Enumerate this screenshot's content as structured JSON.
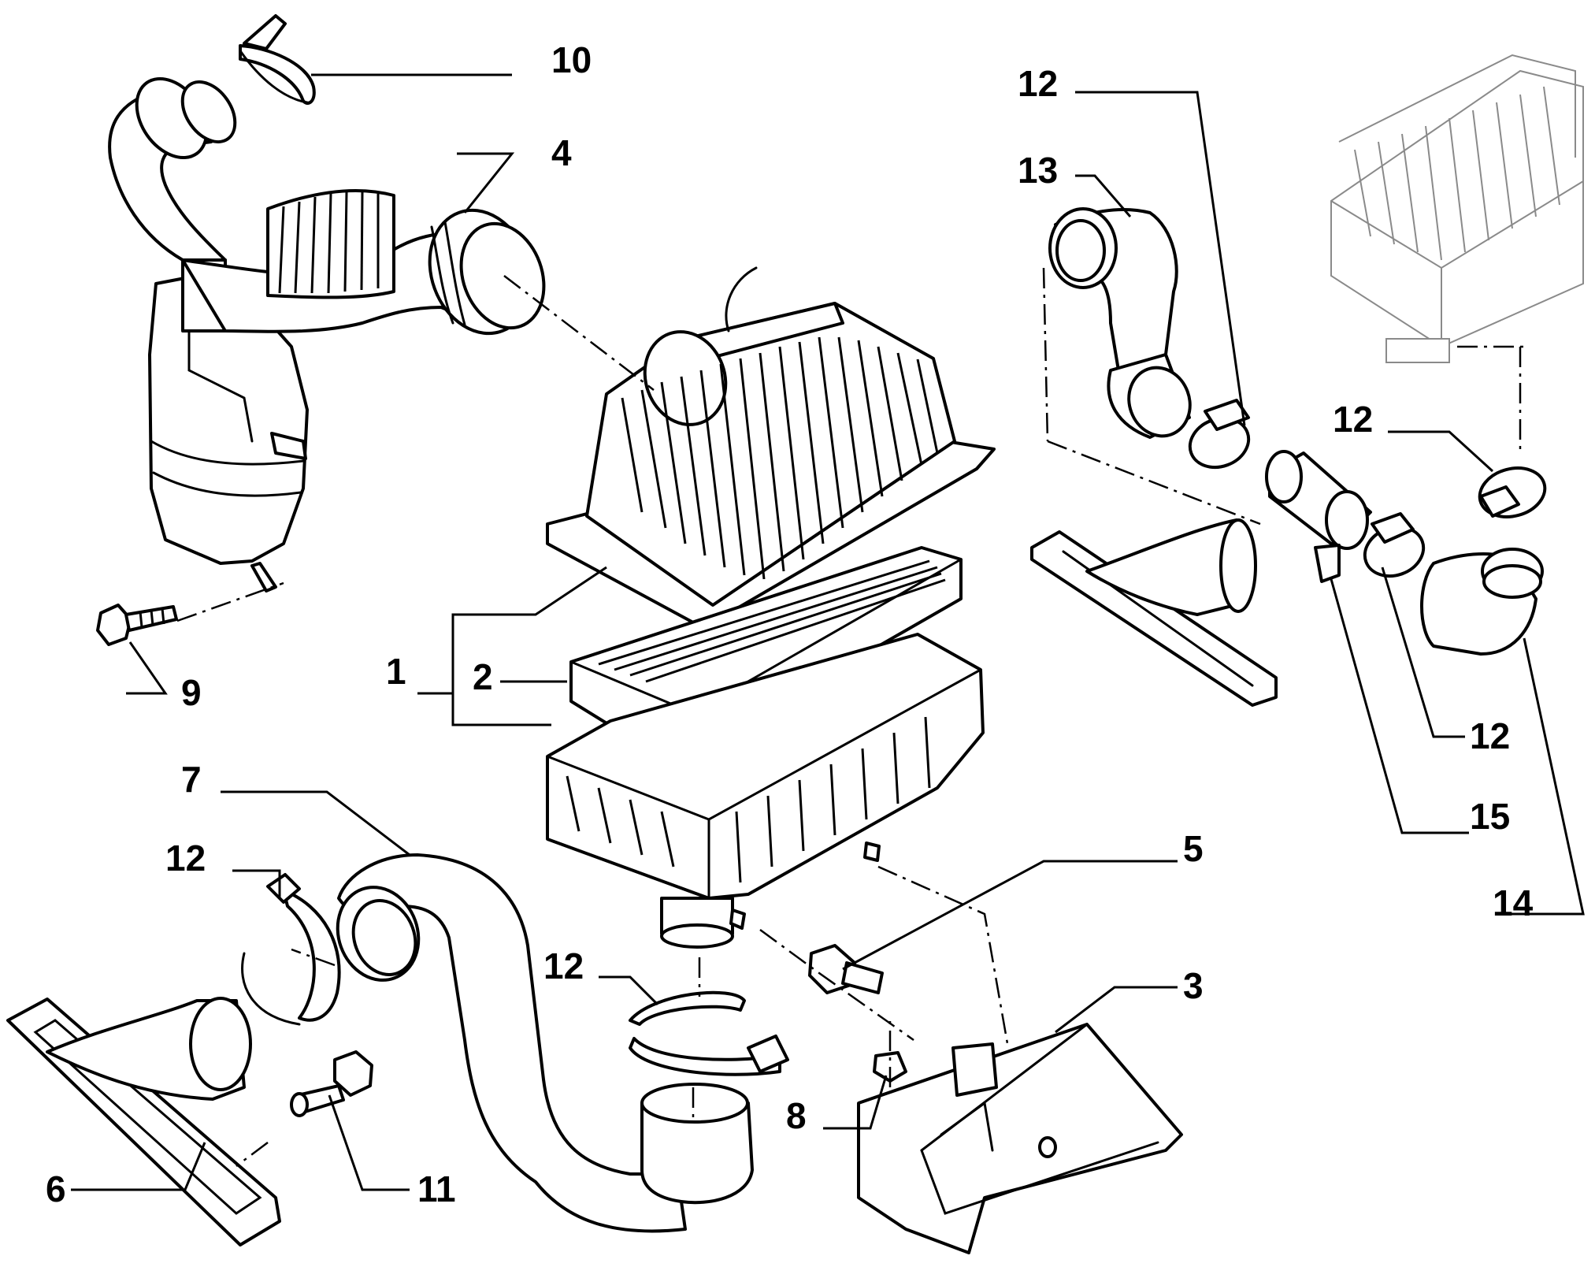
{
  "colors": {
    "line": "#000000",
    "ghost": "#8a8a8a",
    "background": "#ffffff"
  },
  "callouts": {
    "c1": "1",
    "c2": "2",
    "c3": "3",
    "c4": "4",
    "c5": "5",
    "c6": "6",
    "c7": "7",
    "c8": "8",
    "c9": "9",
    "c10": "10",
    "c11": "11",
    "c12_a": "12",
    "c12_b": "12",
    "c12_c": "12",
    "c12_d": "12",
    "c12_e": "12",
    "c13": "13",
    "c14": "14",
    "c15": "15"
  }
}
